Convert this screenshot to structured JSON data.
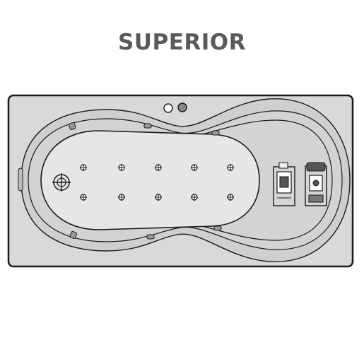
{
  "title": "SUPERIOR",
  "colors": {
    "title": "#5a5a5a",
    "tub_fill": "#d9d9d9",
    "inner_fill": "#e6e6e6",
    "stroke": "#1a1a1a",
    "channel_fill": "#c8c8c8"
  },
  "jets": {
    "rows": 2,
    "per_row": 5
  }
}
